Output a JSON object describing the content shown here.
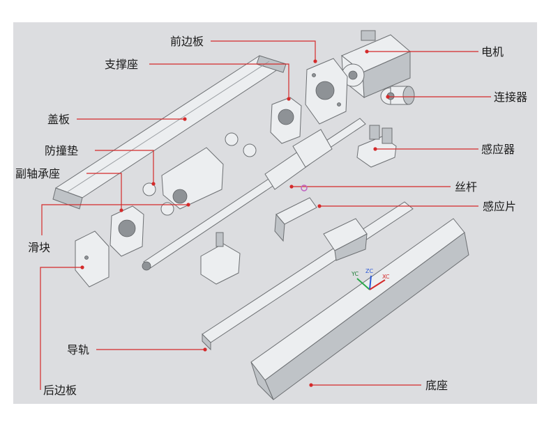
{
  "labels": {
    "front_plate": "前边板",
    "support_seat": "支撑座",
    "cover_plate": "盖板",
    "anti_collision_pad": "防撞垫",
    "aux_bearing_seat": "副轴承座",
    "slider": "滑块",
    "rail": "导轨",
    "rear_plate": "后边板",
    "motor": "电机",
    "coupling": "连接器",
    "sensor": "感应器",
    "lead_screw": "丝杆",
    "sensor_plate": "感应片",
    "base": "底座"
  },
  "axes": {
    "x": "XC",
    "y": "YC",
    "z": "ZC"
  },
  "colors": {
    "leader": "#d42a2a",
    "panel": "#dcdde0",
    "part": "#eceef0"
  }
}
